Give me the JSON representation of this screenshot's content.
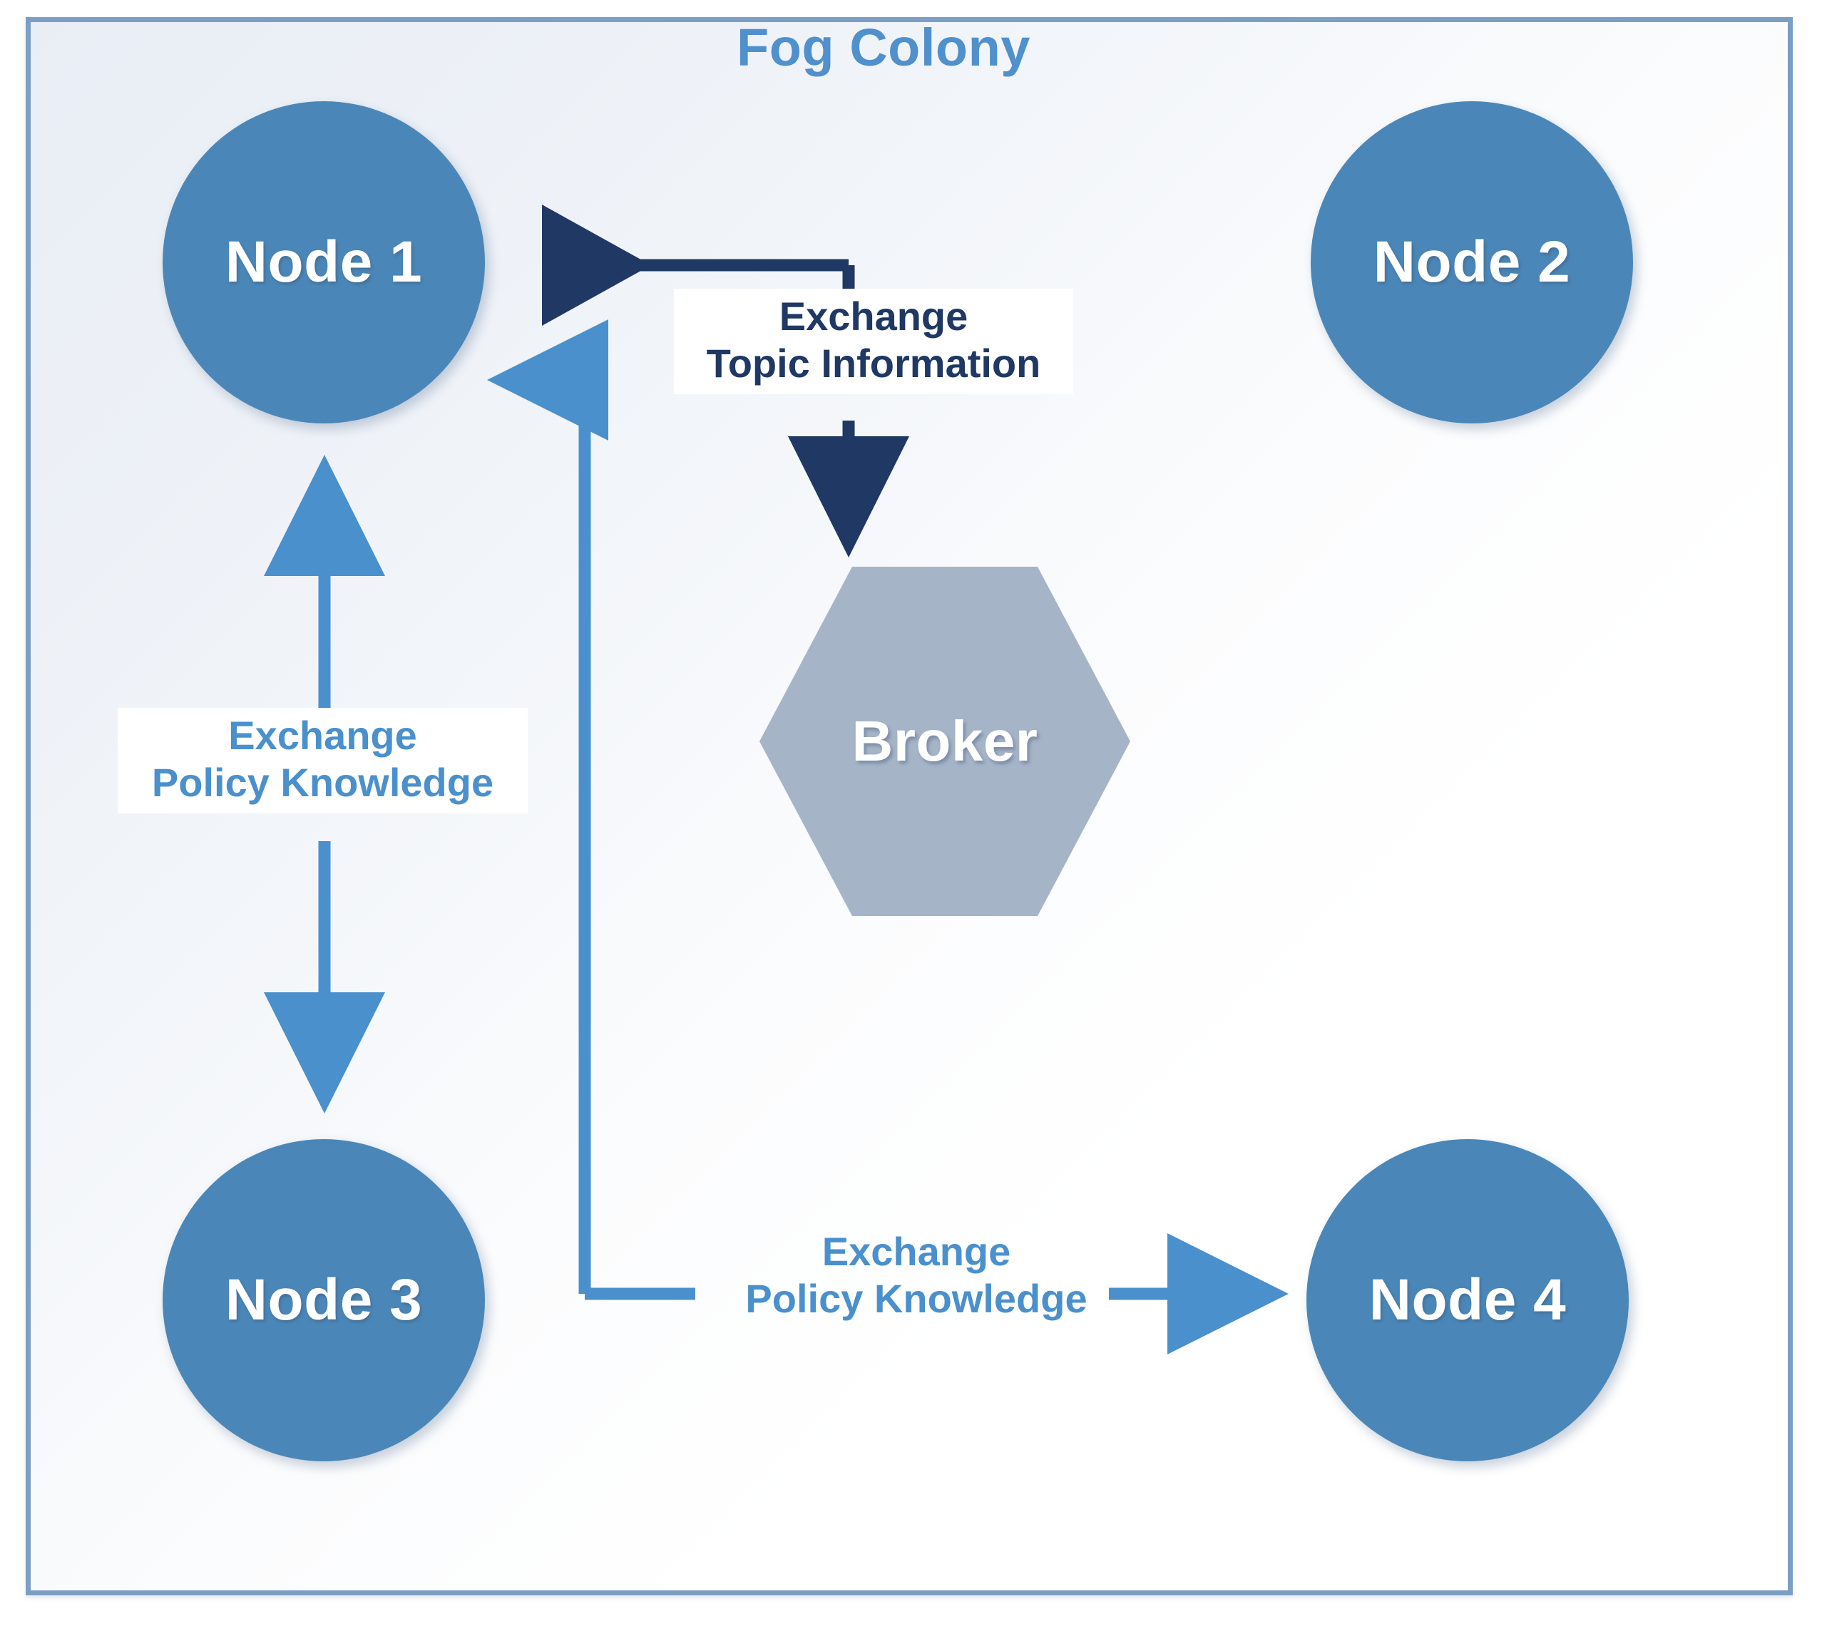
{
  "diagram": {
    "title": "Fog Colony",
    "title_color": "#4f90cd",
    "frame_border_color": "#7b9ec5",
    "node_fill_color": "#4a87b8",
    "broker_fill_color": "#a6b4c8",
    "dark_edge_color": "#1f3864",
    "light_edge_color": "#4a90cd"
  },
  "nodes": [
    {
      "id": "node-1",
      "label": "Node 1"
    },
    {
      "id": "node-2",
      "label": "Node 2"
    },
    {
      "id": "node-3",
      "label": "Node 3"
    },
    {
      "id": "node-4",
      "label": "Node 4"
    }
  ],
  "broker": {
    "label": "Broker"
  },
  "edge_labels": {
    "topic_information": {
      "line1": "Exchange",
      "line2": "Topic Information"
    },
    "policy_knowledge_left": {
      "line1": "Exchange",
      "line2": "Policy Knowledge"
    },
    "policy_knowledge_bottom": {
      "line1": "Exchange",
      "line2": "Policy Knowledge"
    }
  },
  "edges": [
    {
      "name": "broker-to-node-1",
      "from": "Broker",
      "to": "Node 1",
      "label": "Exchange Topic Information",
      "style": "dark",
      "direction": "one-way"
    },
    {
      "name": "node-1-to-node-3",
      "from": "Node 1",
      "to": "Node 3",
      "label": "Exchange Policy Knowledge",
      "style": "light",
      "direction": "two-way"
    },
    {
      "name": "node-3-side-to-node-1",
      "from": "bottom-path",
      "to": "Node 1",
      "label": "Exchange Policy Knowledge",
      "style": "light",
      "direction": "one-way"
    },
    {
      "name": "bottom-path-to-node-4",
      "from": "bottom-path",
      "to": "Node 4",
      "label": "Exchange Policy Knowledge",
      "style": "light",
      "direction": "one-way"
    }
  ]
}
